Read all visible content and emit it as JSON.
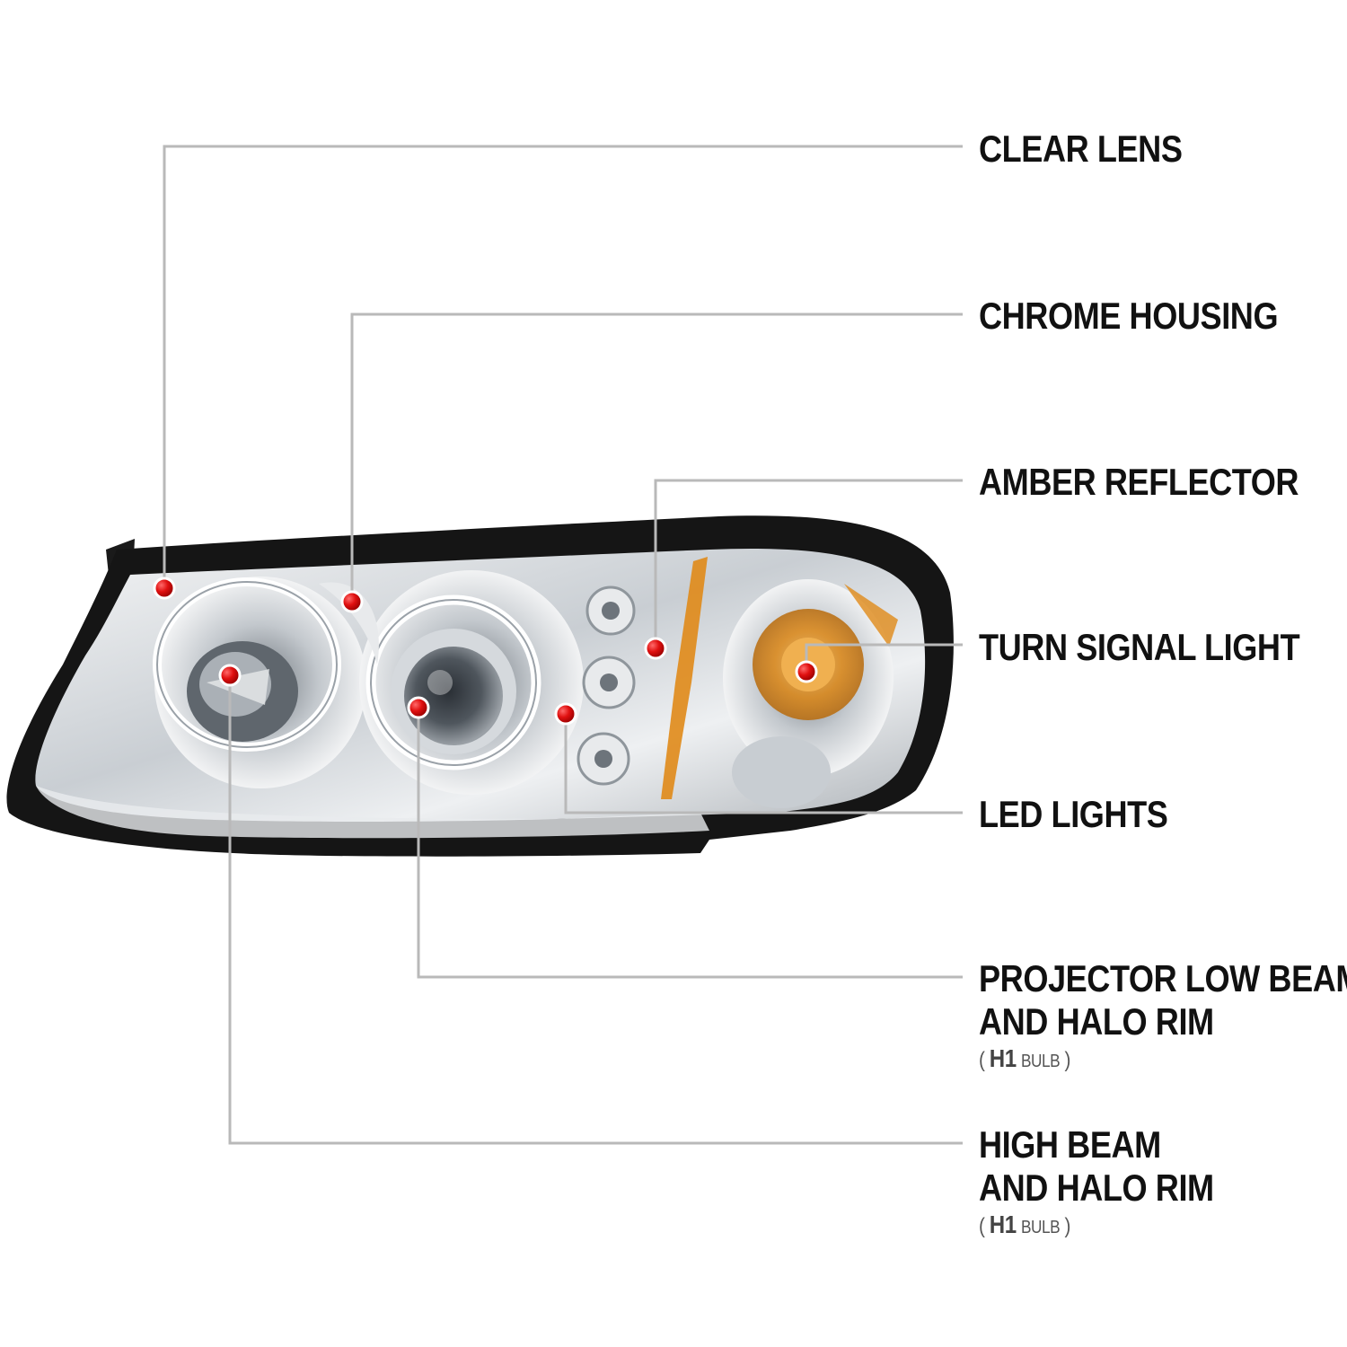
{
  "callouts": [
    {
      "id": "clear-lens",
      "lines": [
        "CLEAR LENS"
      ]
    },
    {
      "id": "chrome-housing",
      "lines": [
        "CHROME HOUSING"
      ]
    },
    {
      "id": "amber-reflector",
      "lines": [
        "AMBER REFLECTOR"
      ]
    },
    {
      "id": "turn-signal-light",
      "lines": [
        "TURN SIGNAL LIGHT"
      ]
    },
    {
      "id": "led-lights",
      "lines": [
        "LED LIGHTS"
      ]
    },
    {
      "id": "projector-low-beam",
      "lines": [
        "PROJECTOR LOW BEAM",
        "AND HALO RIM"
      ],
      "note": {
        "open": "(",
        "bulb": "H1",
        "word": "BULB",
        "close": ")"
      }
    },
    {
      "id": "high-beam",
      "lines": [
        "HIGH BEAM",
        "AND HALO RIM"
      ],
      "note": {
        "open": "(",
        "bulb": "H1",
        "word": "BULB",
        "close": ")"
      }
    }
  ],
  "colors": {
    "leader_line": "#b9b9b9",
    "marker": "#e01010",
    "label_text": "#111111",
    "housing_black": "#151515",
    "chrome": "#d7dadd",
    "amber": "#e08a18"
  }
}
